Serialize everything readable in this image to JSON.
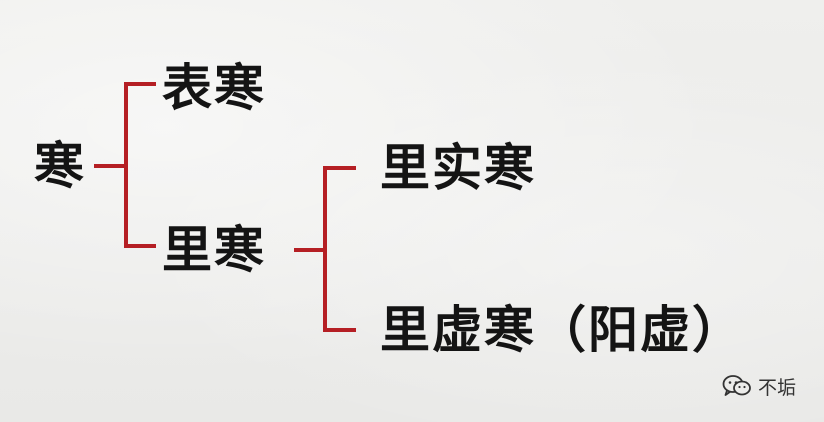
{
  "diagram": {
    "root": "寒",
    "branches": [
      {
        "label": "表寒"
      },
      {
        "label": "里寒",
        "children": [
          {
            "label": "里实寒"
          },
          {
            "label": "里虚寒（阳虚）"
          }
        ]
      }
    ]
  },
  "watermark": {
    "icon": "wechat-icon",
    "text": "不垢"
  },
  "colors": {
    "line": "#b51f24",
    "text": "#141414",
    "background": "#ececea"
  }
}
